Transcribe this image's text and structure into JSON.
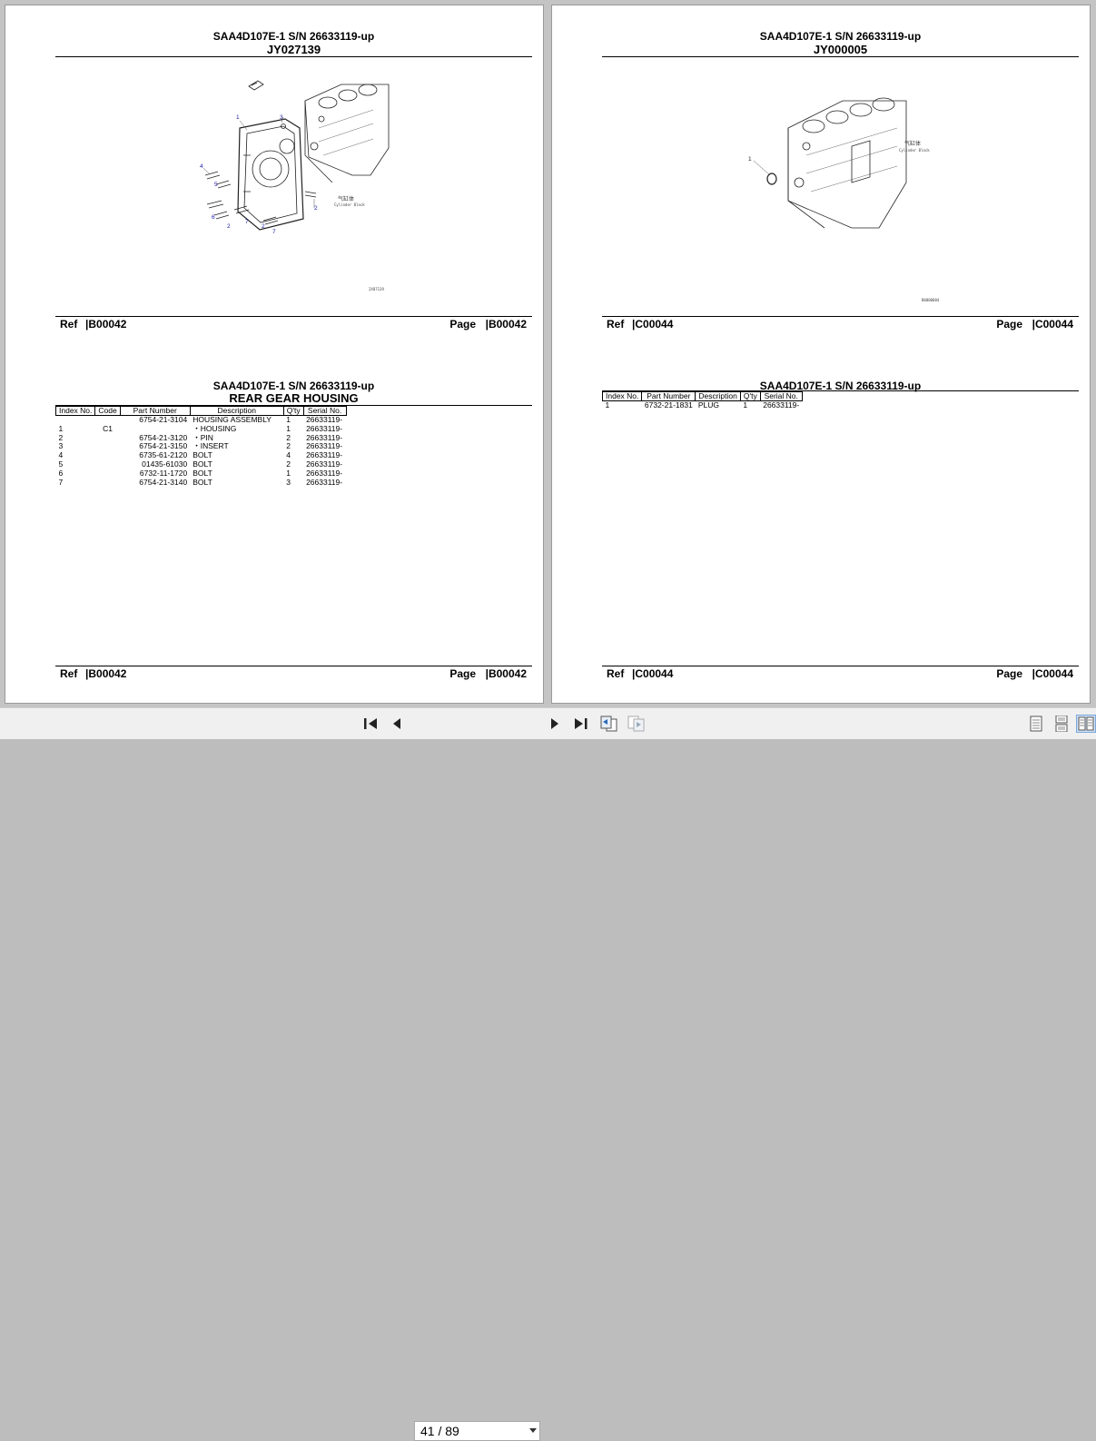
{
  "pages": [
    {
      "top": {
        "model": "SAA4D107E-1 S/N 26633119-up",
        "drawing_no": "JY027139",
        "diagram_labels": [
          "1",
          "3",
          "4",
          "5",
          "6",
          "2",
          "7",
          "2",
          "7",
          "2"
        ],
        "block_label_cn": "气缸体",
        "block_label_en": "Cylinder Block",
        "drawing_code": "2X07139",
        "ref_label": "Ref",
        "ref_value": "|B00042",
        "page_label": "Page",
        "page_value": "|B00042"
      },
      "bottom": {
        "model": "SAA4D107E-1 S/N 26633119-up",
        "section_title": "REAR GEAR HOUSING",
        "headers": [
          "Index No.",
          "Code",
          "Part Number",
          "Description",
          "Q'ty",
          "Serial No."
        ],
        "rows": [
          [
            "",
            "",
            "6754-21-3104",
            "HOUSING ASSEMBLY",
            "1",
            "26633119-"
          ],
          [
            "1",
            "C1",
            "",
            "・HOUSING",
            "1",
            "26633119-"
          ],
          [
            "2",
            "",
            "6754-21-3120",
            "・PIN",
            "2",
            "26633119-"
          ],
          [
            "3",
            "",
            "6754-21-3150",
            "・INSERT",
            "2",
            "26633119-"
          ],
          [
            "4",
            "",
            "6735-61-2120",
            "BOLT",
            "4",
            "26633119-"
          ],
          [
            "5",
            "",
            "01435-61030",
            "BOLT",
            "2",
            "26633119-"
          ],
          [
            "6",
            "",
            "6732-11-1720",
            "BOLT",
            "1",
            "26633119-"
          ],
          [
            "7",
            "",
            "6754-21-3140",
            "BOLT",
            "3",
            "26633119-"
          ]
        ],
        "ref_label": "Ref",
        "ref_value": "|B00042",
        "page_label": "Page",
        "page_value": "|B00042"
      }
    },
    {
      "top": {
        "model": "SAA4D107E-1 S/N 26633119-up",
        "drawing_no": "JY000005",
        "diagram_labels": [
          "1"
        ],
        "block_label_cn": "气缸体",
        "block_label_en": "Cylinder Block",
        "drawing_code": "B0000004",
        "ref_label": "Ref",
        "ref_value": "|C00044",
        "page_label": "Page",
        "page_value": "|C00044"
      },
      "bottom": {
        "model": "SAA4D107E-1 S/N 26633119-up",
        "headers": [
          "Index No.",
          "Part Number",
          "Description",
          "Q'ty",
          "Serial No."
        ],
        "rows": [
          [
            "1",
            "6732-21-1831",
            "PLUG",
            "1",
            "26633119-"
          ]
        ],
        "ref_label": "Ref",
        "ref_value": "|C00044",
        "page_label": "Page",
        "page_value": "|C00044"
      }
    }
  ],
  "toolbar": {
    "current_page": "41",
    "page_separator": "/",
    "total_pages": "89"
  }
}
